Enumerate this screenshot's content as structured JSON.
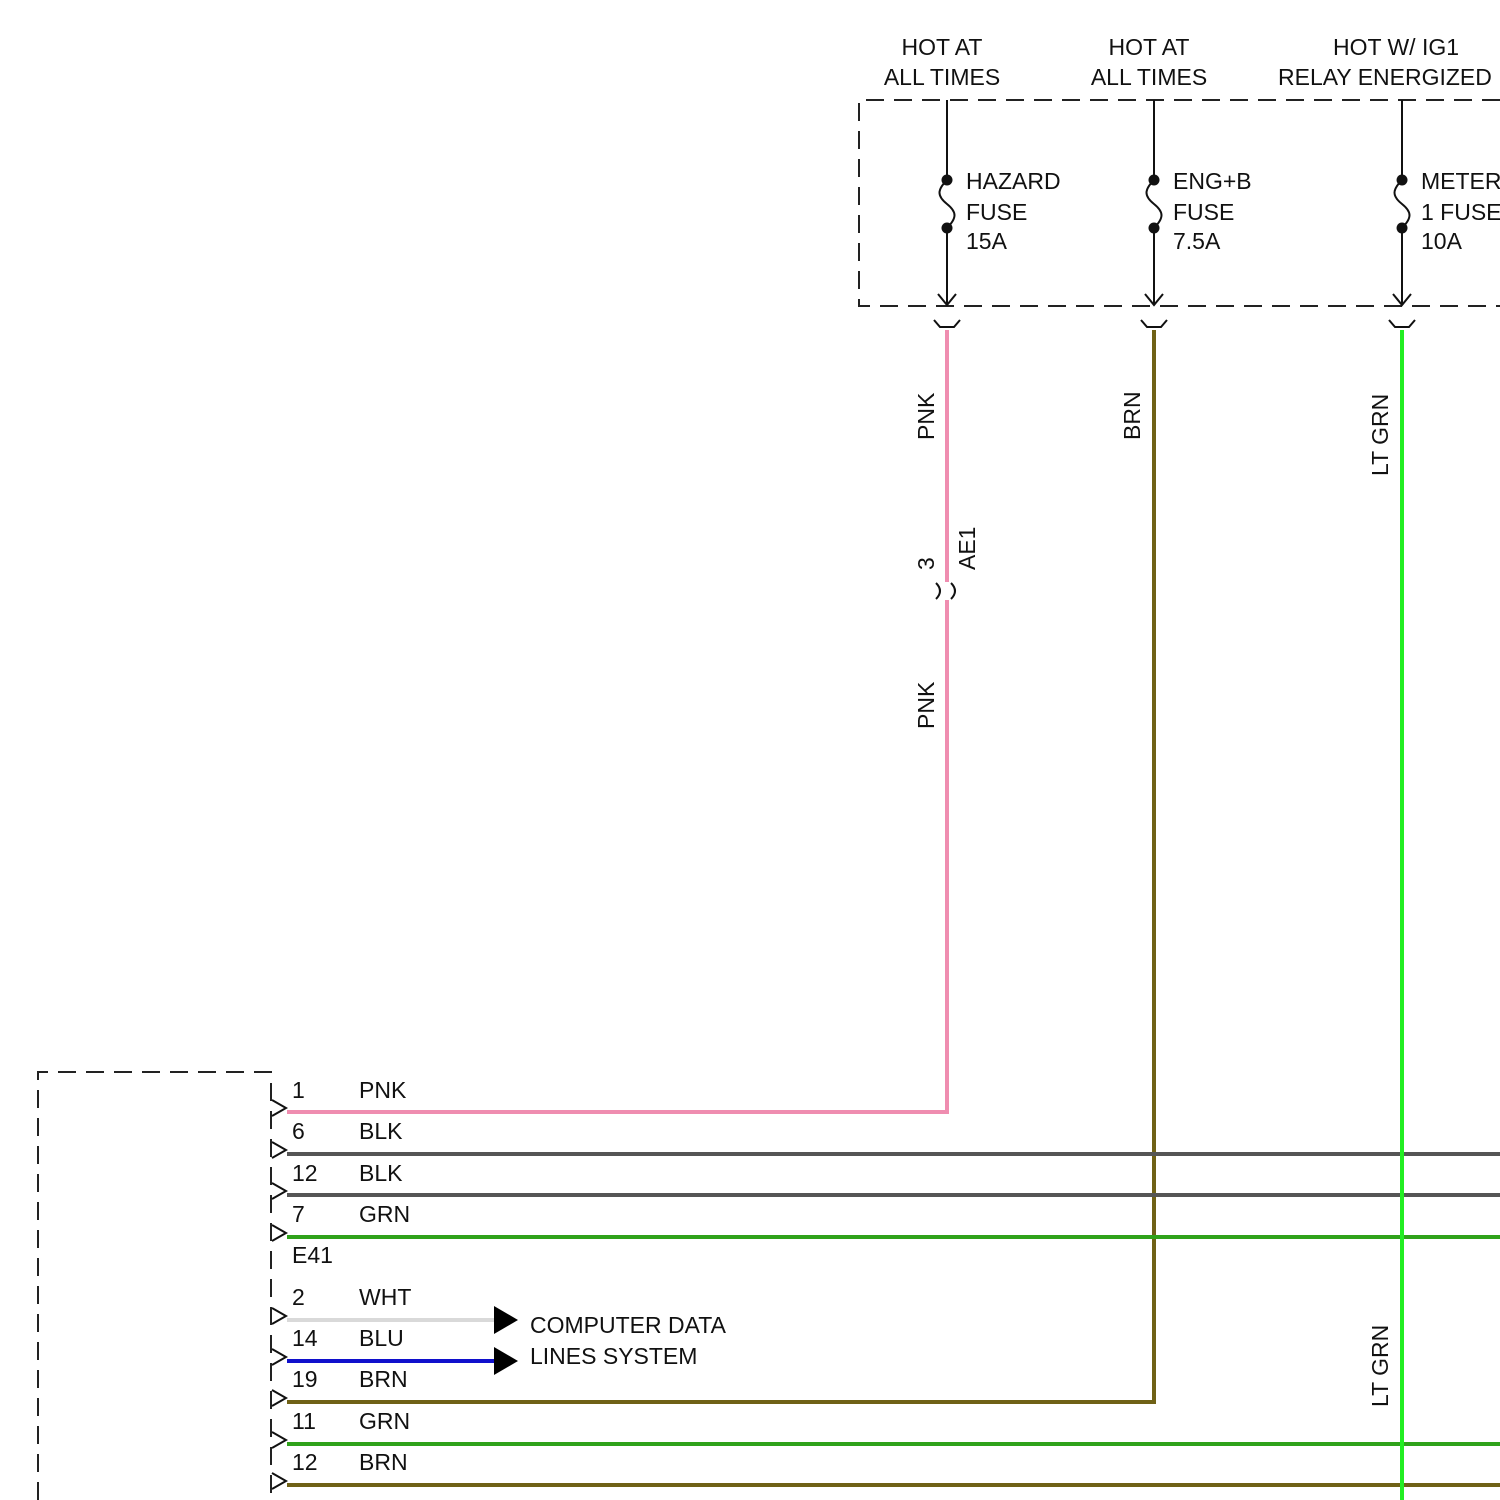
{
  "colors": {
    "PNK": "#ef8db0",
    "BRN": "#6f6116",
    "LT_GRN": "#22ee22",
    "BLK": "#555555",
    "GRN": "#2fa21a",
    "WHT": "#d9d9d9",
    "BLU": "#1010cc"
  },
  "supplies": [
    {
      "line1": "HOT AT",
      "line2": "ALL TIMES"
    },
    {
      "line1": "HOT AT",
      "line2": "ALL TIMES"
    },
    {
      "line1": "HOT W/ IG1",
      "line2": "RELAY ENERGIZED"
    }
  ],
  "fuses": [
    {
      "name": "HAZARD",
      "type": "FUSE",
      "rating": "15A"
    },
    {
      "name": "ENG+B",
      "type": "FUSE",
      "rating": "7.5A"
    },
    {
      "name": "METER",
      "type": "1 FUSE",
      "rating": "10A"
    }
  ],
  "wire_labels": {
    "pnk_upper": "PNK",
    "pnk_lower": "PNK",
    "brn": "BRN",
    "ltgrn_upper": "LT GRN",
    "ltgrn_lower": "LT GRN"
  },
  "inline_connector": {
    "pin": "3",
    "name": "AE1"
  },
  "connector_name": "E41",
  "pins_group1": [
    {
      "pin": "1",
      "color": "PNK"
    },
    {
      "pin": "6",
      "color": "BLK"
    },
    {
      "pin": "12",
      "color": "BLK"
    },
    {
      "pin": "7",
      "color": "GRN"
    }
  ],
  "pins_group2": [
    {
      "pin": "2",
      "color": "WHT"
    },
    {
      "pin": "14",
      "color": "BLU"
    },
    {
      "pin": "19",
      "color": "BRN"
    },
    {
      "pin": "11",
      "color": "GRN"
    },
    {
      "pin": "12",
      "color": "BRN"
    }
  ],
  "reference": {
    "line1": "COMPUTER DATA",
    "line2": "LINES SYSTEM"
  }
}
